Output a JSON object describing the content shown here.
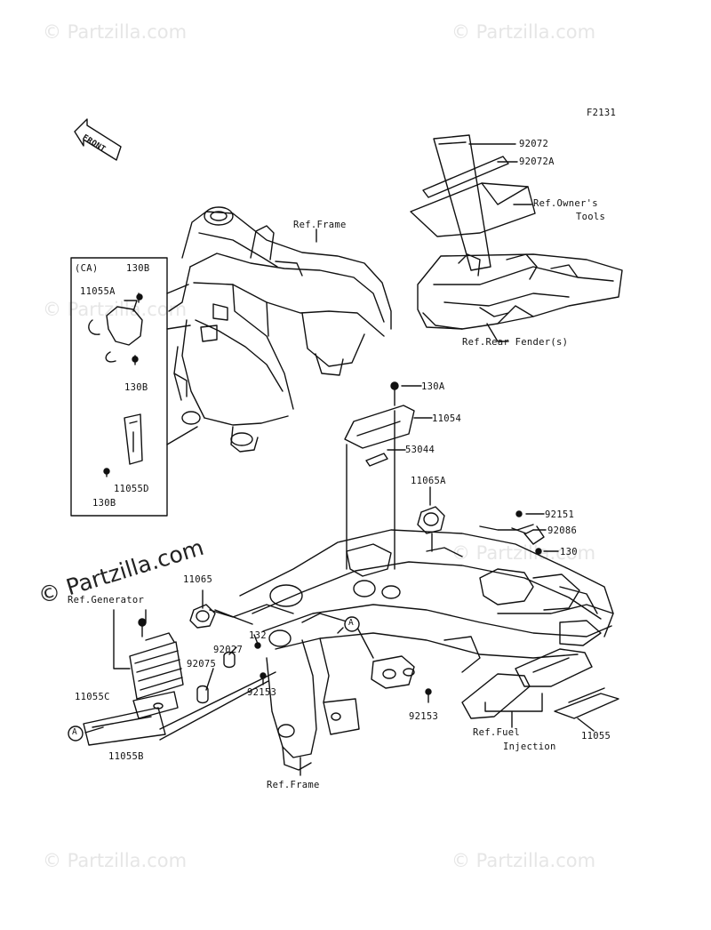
{
  "figure_code": "F2131",
  "front_label": "FRONT",
  "watermark": "© Partzilla.com",
  "ca_label": "(CA)",
  "labels": {
    "l_92072": "92072",
    "l_92072a": "92072A",
    "l_ref_owners_tools_1": "Ref.Owner's",
    "l_ref_owners_tools_2": "Tools",
    "l_ref_frame_top": "Ref.Frame",
    "l_ref_rear_fender": "Ref.Rear Fender(s)",
    "l_130b_top": "130B",
    "l_11055a": "11055A",
    "l_130b_mid": "130B",
    "l_11055d": "11055D",
    "l_130b_bottom": "130B",
    "l_130a": "130A",
    "l_11054": "11054",
    "l_53044": "53044",
    "l_11065a": "11065A",
    "l_92151": "92151",
    "l_92086": "92086",
    "l_130": "130",
    "l_11065": "11065",
    "l_ref_generator": "Ref.Generator",
    "l_132": "132",
    "l_92027": "92027",
    "l_92075": "92075",
    "l_92153_left": "92153",
    "l_92153_right": "92153",
    "l_11055c": "11055C",
    "l_11055b": "11055B",
    "l_ref_fuel_1": "Ref.Fuel",
    "l_ref_fuel_2": "Injection",
    "l_11055": "11055",
    "l_ref_frame_bottom": "Ref.Frame",
    "l_marker_a_left": "A",
    "l_marker_a_right": "A"
  }
}
